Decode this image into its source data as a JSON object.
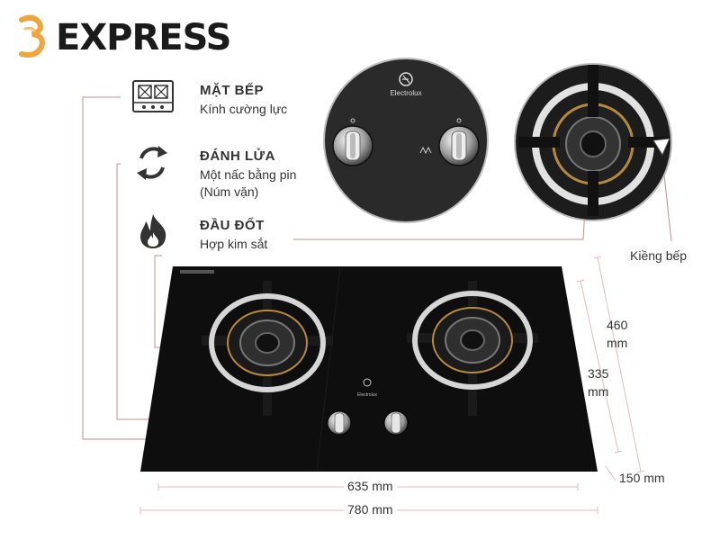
{
  "brand": {
    "logo_text": "EXPRESS"
  },
  "features": [
    {
      "title": "MẶT BẾP",
      "lines": [
        "Kính cường lực"
      ],
      "icon": "cooktop-icon"
    },
    {
      "title": "ĐÁNH LỬA",
      "lines": [
        "Một nấc bằng pin",
        "(Núm vặn)"
      ],
      "icon": "ignition-cycle-icon"
    },
    {
      "title": "ĐẦU ĐỐT",
      "lines": [
        "Hợp kim sắt"
      ],
      "icon": "flame-icon"
    }
  ],
  "panel_brand": "Electrolux",
  "labels": {
    "grate": "Kiềng bếp"
  },
  "dimensions": {
    "depth": {
      "value": "460",
      "unit": "mm"
    },
    "inner_depth": {
      "value": "335",
      "unit": "mm"
    },
    "edge": "150 mm",
    "inner_width": "635 mm",
    "width": "780 mm"
  },
  "colors": {
    "accent_line": "#c98b8b",
    "glass": "#0e0e0e",
    "dim_line": "#e0bcbc"
  }
}
